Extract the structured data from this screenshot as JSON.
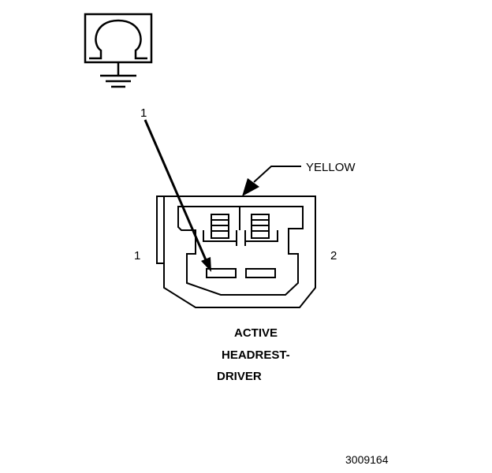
{
  "meter": {
    "icon": "ohmmeter-icon",
    "symbol": "ohm"
  },
  "callout": {
    "number": "1"
  },
  "wire": {
    "color_label": "YELLOW"
  },
  "connector": {
    "pin_left": "1",
    "pin_right": "2"
  },
  "caption": {
    "line1": "ACTIVE",
    "line2": "HEADREST-",
    "line3": "DRIVER"
  },
  "figure_id": "3009164"
}
